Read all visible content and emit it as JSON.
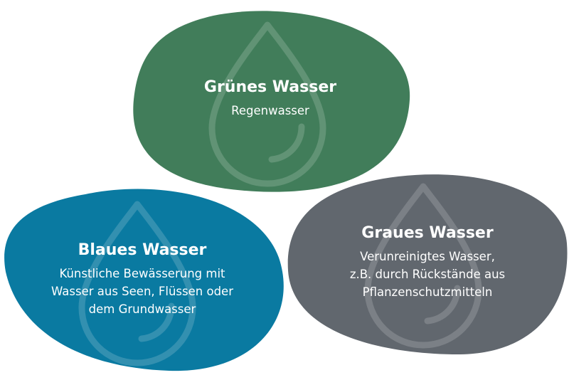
{
  "colors": {
    "green": "#417d5a",
    "blue": "#0a7aa1",
    "gray": "#61676e"
  },
  "cards": {
    "green": {
      "title": "Grünes Wasser",
      "lines": [
        "Regenwasser"
      ],
      "icon": "water-drop-icon"
    },
    "blue": {
      "title": "Blaues Wasser",
      "lines": [
        "Künstliche Bewässerung mit",
        "Wasser aus Seen, Flüssen oder",
        "dem Grundwasser"
      ],
      "icon": "water-drop-icon"
    },
    "gray": {
      "title": "Graues Wasser",
      "lines": [
        "Verunreinigtes Wasser,",
        "z.B. durch Rückstände aus",
        "Pflanzenschutzmitteln"
      ],
      "icon": "water-drop-icon"
    }
  }
}
